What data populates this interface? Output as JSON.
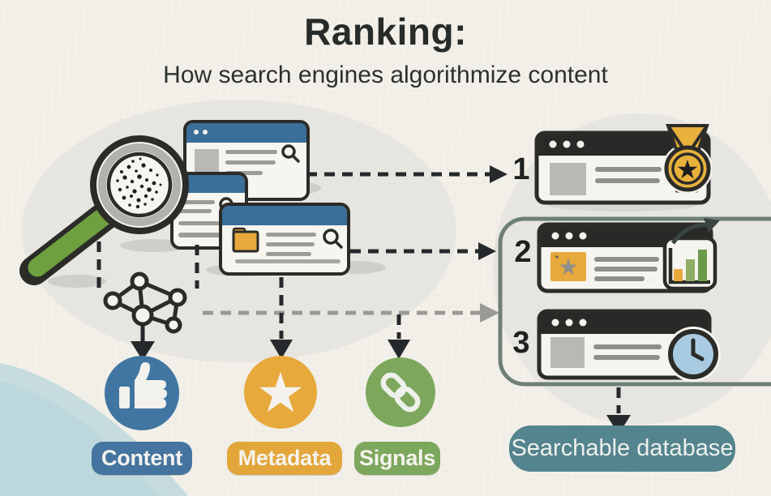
{
  "header": {
    "title": "Ranking:",
    "subtitle": "How search engines algorithmize content"
  },
  "pipeline": {
    "source": "crawled web pages under magnifying glass",
    "analyzer": "network-graph-icon",
    "ranking_factors": [
      {
        "label": "Content",
        "color": "#44749f",
        "icon": "thumbs-up-icon"
      },
      {
        "label": "Metadata",
        "color": "#e3a63a",
        "icon": "star-icon"
      },
      {
        "label": "Signals",
        "color": "#7da75c",
        "icon": "link-icon"
      }
    ],
    "results": [
      {
        "rank": "1",
        "badge": "medal-icon",
        "badge_color": "#e8b13c"
      },
      {
        "rank": "2",
        "badge": "growth-chart-icon",
        "badge_color": "#7fa957"
      },
      {
        "rank": "3",
        "badge": "clock-icon",
        "badge_color": "#a9cbe2"
      }
    ],
    "database_label": "Searchable database",
    "database_color": "#54848d"
  },
  "glyphs": {
    "star": "★"
  },
  "colors": {
    "paper": "#f2f0e9",
    "window_bar_blue": "#3b6e99",
    "card_bar_dark": "#292927",
    "accent_blue": "#4176a3",
    "accent_yellow": "#e7a93c",
    "accent_green": "#7da75c",
    "teal": "#54848d",
    "watercolor_blue": "#b7d6db",
    "outline_dark": "#2b2b28"
  }
}
